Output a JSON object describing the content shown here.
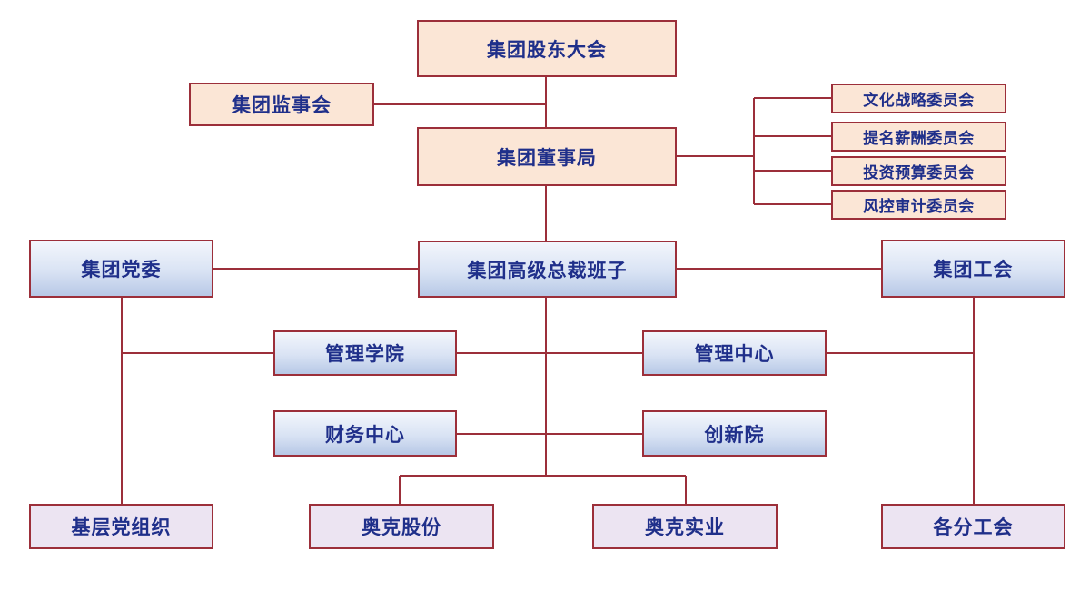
{
  "org_chart": {
    "shareholders": "集团股东大会",
    "supervisory_board": "集团监事会",
    "board_of_directors": "集团董事局",
    "committees": [
      "文化战略委员会",
      "提名薪酬委员会",
      "投资预算委员会",
      "风控审计委员会"
    ],
    "party_committee": "集团党委",
    "senior_executives": "集团高级总裁班子",
    "labor_union": "集团工会",
    "management_academy": "管理学院",
    "management_center": "管理中心",
    "finance_center": "财务中心",
    "innovation_institute": "创新院",
    "grassroots_party": "基层党组织",
    "aokang_shares": "奥克股份",
    "aokang_industry": "奥克实业",
    "branch_unions": "各分工会"
  },
  "colors": {
    "line": "#9c2f3a",
    "text": "#1f2f8a",
    "peach_fill": "#fbe6d6",
    "blue_fill": "#d9e3f4",
    "lilac_fill": "#ece4f2"
  }
}
